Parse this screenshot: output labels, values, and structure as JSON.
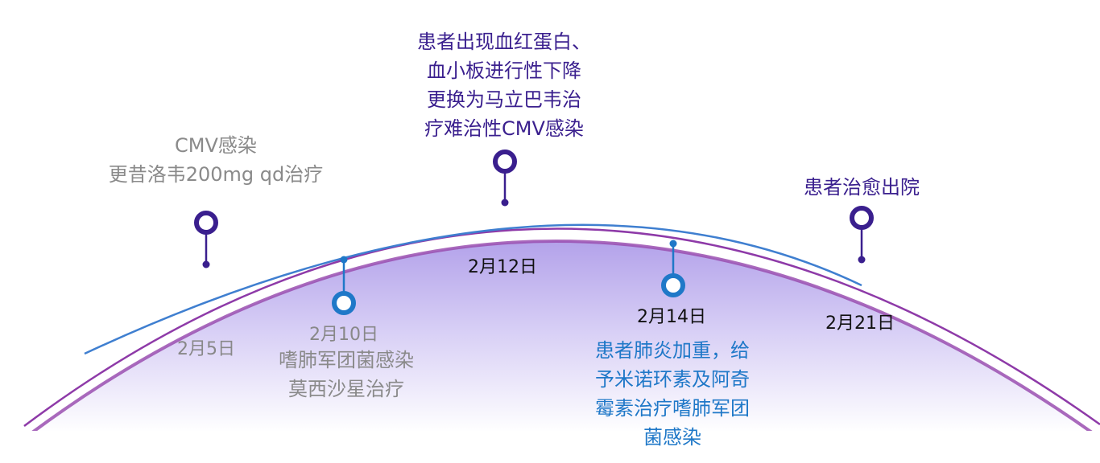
{
  "dates": {
    "feb5": "2月5日",
    "feb10": "2月10日",
    "feb12": "2月12日",
    "feb14": "2月14日",
    "feb21": "2月21日"
  },
  "events": {
    "cmv_infection": "CMV感染\n更昔洛韦200mg qd治疗",
    "legionella_infection": "嗜肺军团菌感染\n莫西沙星治疗",
    "refractory_cmv": "患者出现血红蛋白、\n血小板进行性下降\n更换为马立巴韦治\n疗难治性CMV感染",
    "pneumonia_worsened": "患者肺炎加重，给\n予米诺环素及阿奇\n霉素治疗嗜肺军团\n菌感染",
    "discharged": "患者治愈出院"
  },
  "colors": {
    "purple_marker": "#3a1f8e",
    "blue_marker": "#1f78c8",
    "dome_top": "#b9a8ea",
    "dome_bottom": "#ffffff",
    "outer_arc": "#8e3aa8",
    "inner_arc": "#3f7fd0"
  }
}
